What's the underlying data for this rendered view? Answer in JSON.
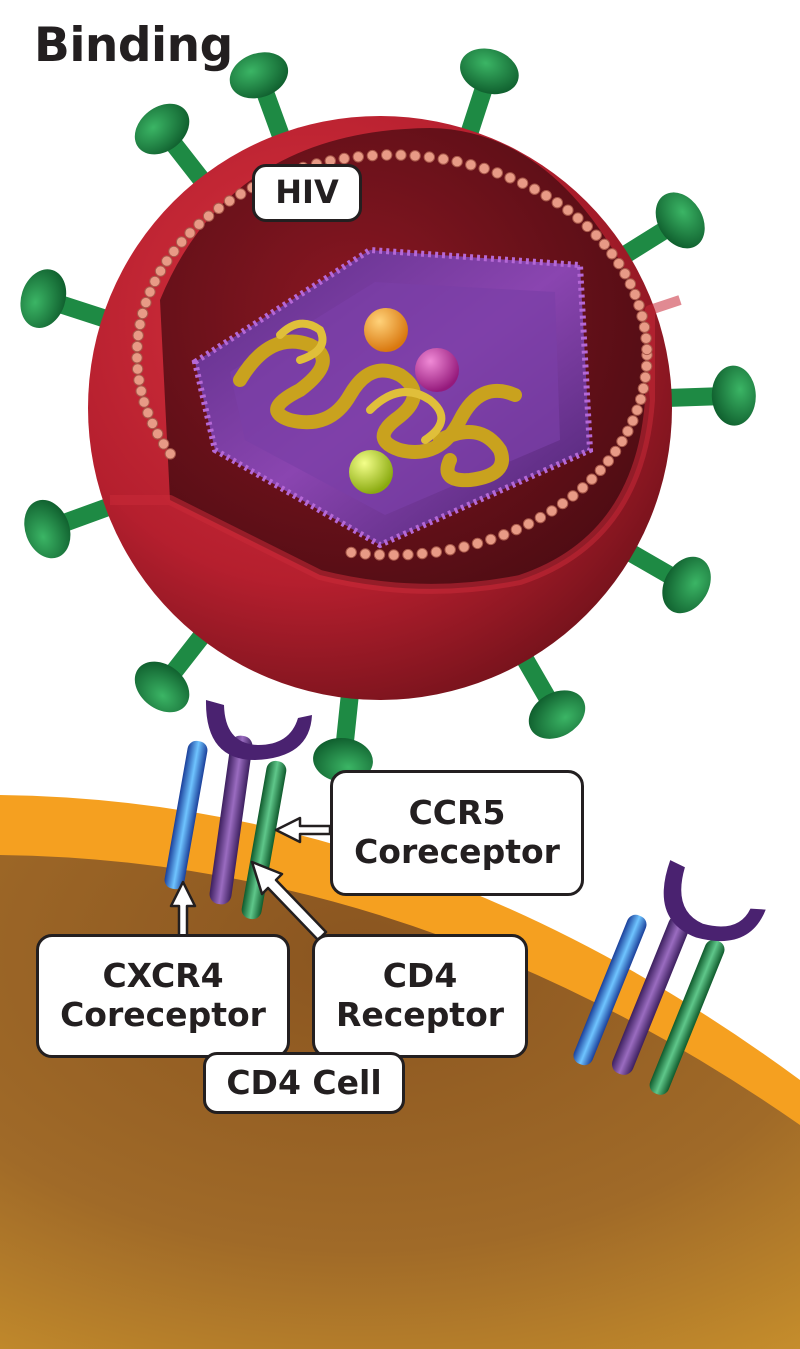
{
  "title": "Binding",
  "labels": {
    "hiv": "HIV",
    "ccr5_line1": "CCR5",
    "ccr5_line2": "Coreceptor",
    "cxcr4_line1": "CXCR4",
    "cxcr4_line2": "Coreceptor",
    "cd4_line1": "CD4",
    "cd4_line2": "Receptor",
    "cell": "CD4 Cell"
  },
  "colors": {
    "virus_red": "#b51f2e",
    "virus_dark": "#5a0f16",
    "spike_green": "#1e8a44",
    "capsid_purple": "#7a3a98",
    "rna_gold": "#c9a21e",
    "membrane_orange": "#f5a020",
    "cell_brown": "#9a6424",
    "receptor_blue": "#3f7fd0",
    "receptor_purple": "#6b3d8e",
    "receptor_green": "#2b8a4f"
  }
}
